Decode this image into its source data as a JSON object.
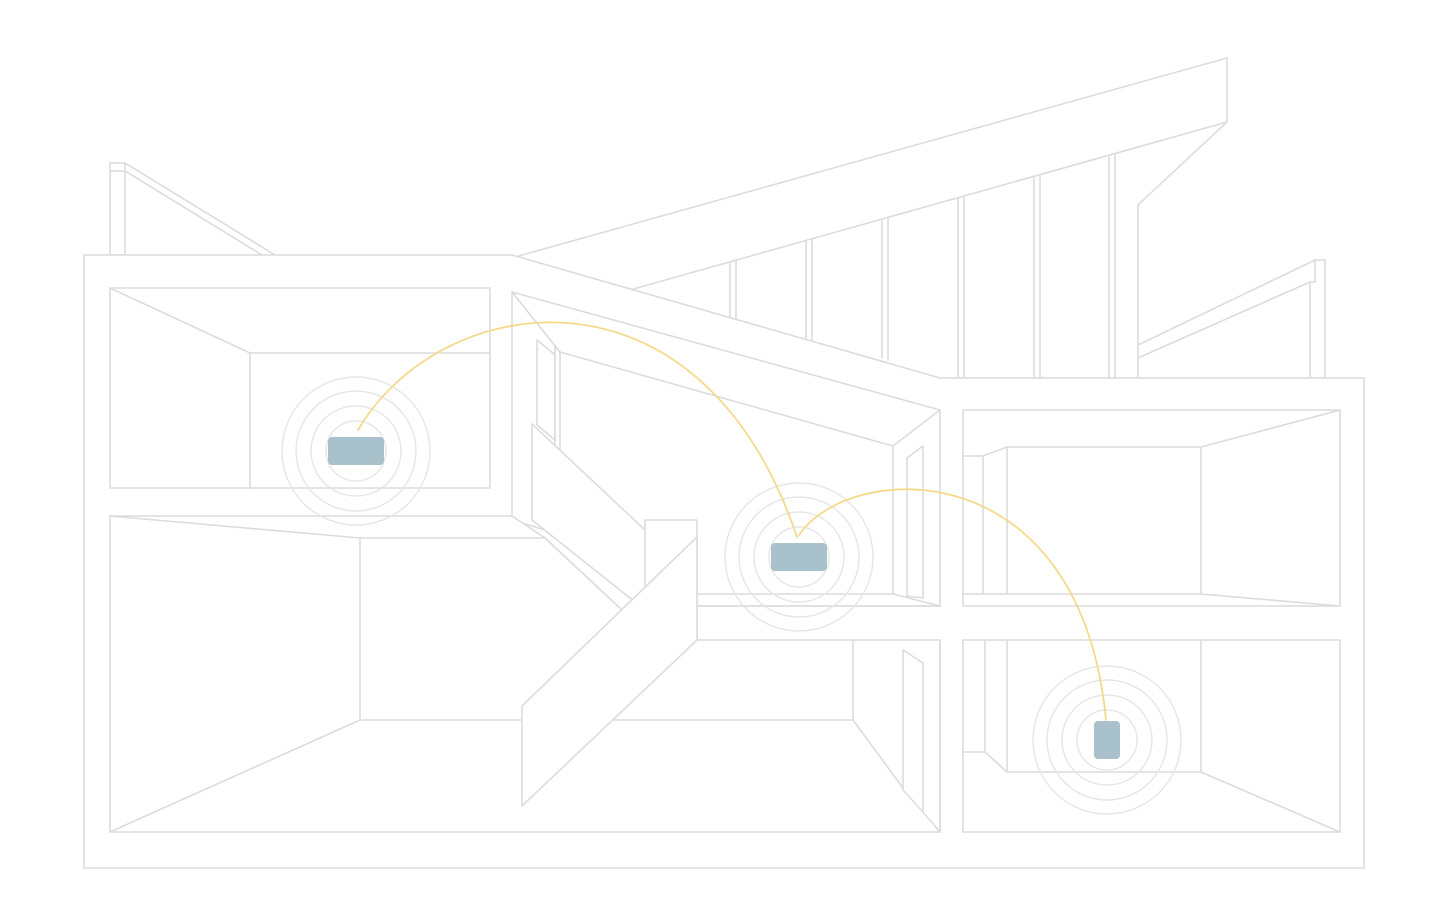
{
  "diagram": {
    "subject": "house cutaway",
    "colors": {
      "background": "#ffffff",
      "outline": "#dcdcdc",
      "signal_ring": "#e6e6e6",
      "connection": "#f5d98b",
      "device": "#a9c1cb"
    },
    "devices": [
      {
        "id": "router-upstairs-left",
        "icon": "router-icon",
        "room": "upper-left-room",
        "orientation": "horizontal"
      },
      {
        "id": "satellite-center",
        "icon": "router-icon",
        "room": "center-hall",
        "orientation": "horizontal"
      },
      {
        "id": "satellite-lower-right",
        "icon": "router-icon",
        "room": "lower-right-room",
        "orientation": "vertical"
      }
    ],
    "connections": [
      {
        "from": "router-upstairs-left",
        "to": "satellite-center"
      },
      {
        "from": "satellite-center",
        "to": "satellite-lower-right"
      }
    ],
    "signal_rings_per_device": 4
  }
}
